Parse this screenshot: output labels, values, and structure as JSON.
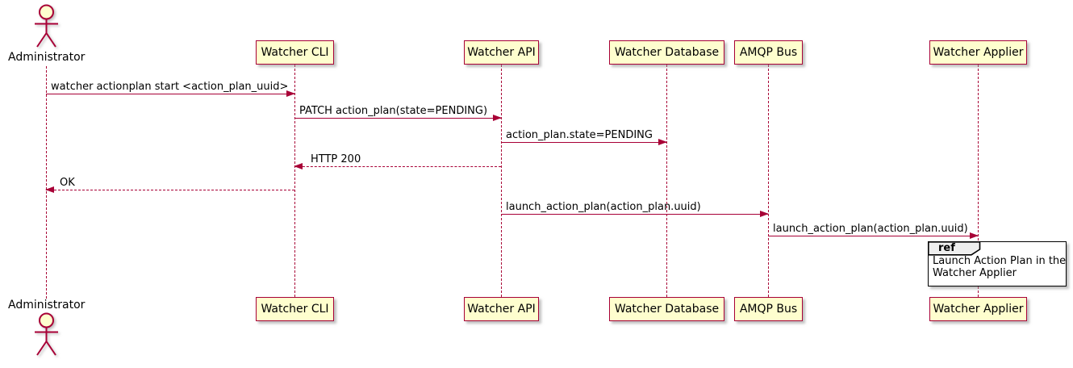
{
  "diagram": {
    "type": "plantuml-sequence",
    "colors": {
      "accent": "#A80036",
      "participant_fill": "#FEFECE",
      "ref_header_fill": "#EEEEEE",
      "ref_border": "#000000",
      "text": "#000000"
    },
    "actor": {
      "name": "Administrator"
    },
    "participants": [
      {
        "name": "Watcher CLI"
      },
      {
        "name": "Watcher API"
      },
      {
        "name": "Watcher Database"
      },
      {
        "name": "AMQP Bus"
      },
      {
        "name": "Watcher Applier"
      }
    ],
    "messages": [
      {
        "label": "watcher actionplan start <action_plan_uuid>",
        "from": "Administrator",
        "to": "Watcher CLI",
        "line": "solid",
        "direction": "right"
      },
      {
        "label": "PATCH action_plan(state=PENDING)",
        "from": "Watcher CLI",
        "to": "Watcher API",
        "line": "solid",
        "direction": "right"
      },
      {
        "label": "action_plan.state=PENDING",
        "from": "Watcher API",
        "to": "Watcher Database",
        "line": "solid",
        "direction": "right"
      },
      {
        "label": "HTTP 200",
        "from": "Watcher API",
        "to": "Watcher CLI",
        "line": "dashed",
        "direction": "left"
      },
      {
        "label": "OK",
        "from": "Watcher CLI",
        "to": "Administrator",
        "line": "dashed",
        "direction": "left"
      },
      {
        "label": "launch_action_plan(action_plan.uuid)",
        "from": "Watcher API",
        "to": "AMQP Bus",
        "line": "solid",
        "direction": "right"
      },
      {
        "label": "launch_action_plan(action_plan.uuid)",
        "from": "AMQP Bus",
        "to": "Watcher Applier",
        "line": "solid",
        "direction": "right"
      }
    ],
    "ref": {
      "keyword": "ref",
      "text_line1": "Launch Action Plan in the",
      "text_line2": "Watcher Applier"
    }
  }
}
